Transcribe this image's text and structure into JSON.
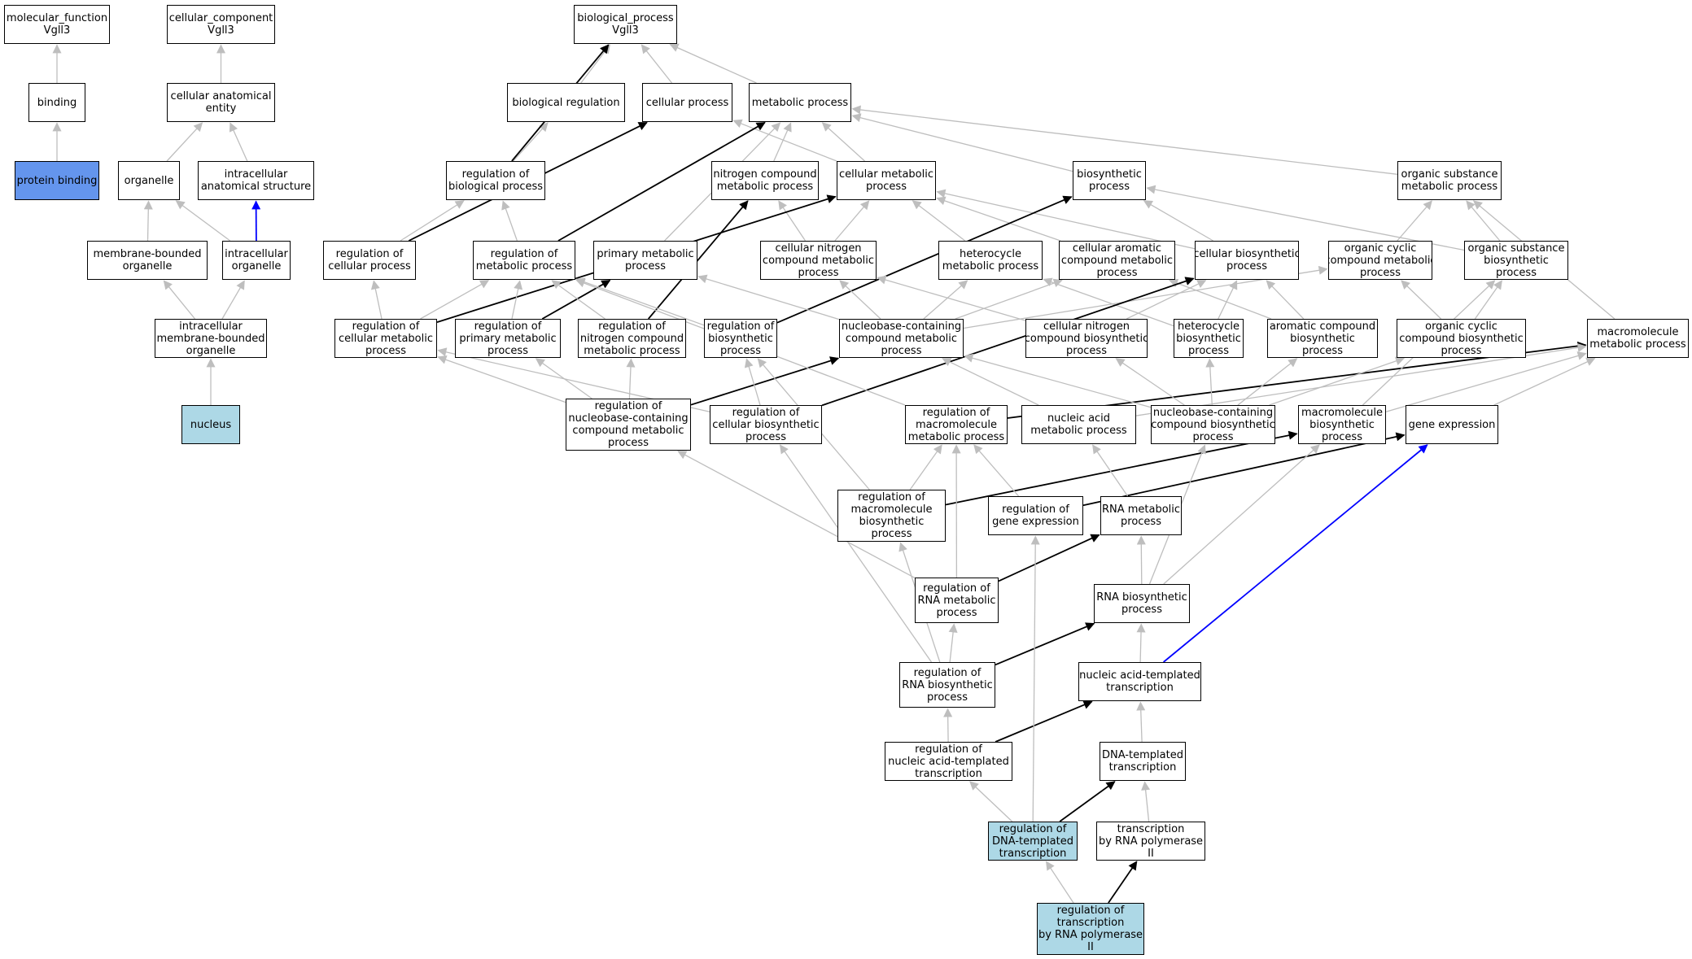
{
  "colors": {
    "highlight": "#add8e6",
    "selected": "#6495ed",
    "default_fill": "#ffffff",
    "is_a_edge": "#bebebe",
    "regulates_edge": "#000000",
    "part_of_edge": "#0000ff"
  },
  "nodes": [
    {
      "id": "mf",
      "lines": [
        "molecular_function",
        "Vgll3"
      ],
      "fill": "default"
    },
    {
      "id": "cc",
      "lines": [
        "cellular_component",
        "Vgll3"
      ],
      "fill": "default"
    },
    {
      "id": "bp",
      "lines": [
        "biological_process",
        "Vgll3"
      ],
      "fill": "default"
    },
    {
      "id": "binding",
      "lines": [
        "binding"
      ],
      "fill": "default"
    },
    {
      "id": "cae",
      "lines": [
        "cellular anatomical",
        "entity"
      ],
      "fill": "default"
    },
    {
      "id": "biolreg",
      "lines": [
        "biological regulation"
      ],
      "fill": "default"
    },
    {
      "id": "cellproc",
      "lines": [
        "cellular process"
      ],
      "fill": "default"
    },
    {
      "id": "metproc",
      "lines": [
        "metabolic process"
      ],
      "fill": "default"
    },
    {
      "id": "protbind",
      "lines": [
        "protein binding"
      ],
      "fill": "selected"
    },
    {
      "id": "organelle",
      "lines": [
        "organelle"
      ],
      "fill": "default"
    },
    {
      "id": "ias",
      "lines": [
        "intracellular",
        "anatomical structure"
      ],
      "fill": "default"
    },
    {
      "id": "regbp",
      "lines": [
        "regulation of",
        "biological process"
      ],
      "fill": "default"
    },
    {
      "id": "ncmp",
      "lines": [
        "nitrogen compound",
        "metabolic process"
      ],
      "fill": "default"
    },
    {
      "id": "cmp",
      "lines": [
        "cellular metabolic",
        "process"
      ],
      "fill": "default"
    },
    {
      "id": "biosyn",
      "lines": [
        "biosynthetic",
        "process"
      ],
      "fill": "default"
    },
    {
      "id": "osmp",
      "lines": [
        "organic substance",
        "metabolic process"
      ],
      "fill": "default"
    },
    {
      "id": "mbo",
      "lines": [
        "membrane-bounded",
        "organelle"
      ],
      "fill": "default"
    },
    {
      "id": "intorg",
      "lines": [
        "intracellular",
        "organelle"
      ],
      "fill": "default"
    },
    {
      "id": "regcp",
      "lines": [
        "regulation of",
        "cellular process"
      ],
      "fill": "default"
    },
    {
      "id": "regmp",
      "lines": [
        "regulation of",
        "metabolic process"
      ],
      "fill": "default"
    },
    {
      "id": "pmp",
      "lines": [
        "primary metabolic",
        "process"
      ],
      "fill": "default"
    },
    {
      "id": "cncmp",
      "lines": [
        "cellular nitrogen",
        "compound metabolic",
        "process"
      ],
      "fill": "default"
    },
    {
      "id": "hmp",
      "lines": [
        "heterocycle",
        "metabolic process"
      ],
      "fill": "default"
    },
    {
      "id": "cacmp",
      "lines": [
        "cellular aromatic",
        "compound metabolic",
        "process"
      ],
      "fill": "default"
    },
    {
      "id": "cbp",
      "lines": [
        "cellular biosynthetic",
        "process"
      ],
      "fill": "default"
    },
    {
      "id": "occmp",
      "lines": [
        "organic cyclic",
        "compound metabolic",
        "process"
      ],
      "fill": "default"
    },
    {
      "id": "osbp",
      "lines": [
        "organic substance",
        "biosynthetic",
        "process"
      ],
      "fill": "default"
    },
    {
      "id": "imbo",
      "lines": [
        "intracellular",
        "membrane-bounded",
        "organelle"
      ],
      "fill": "default"
    },
    {
      "id": "regcmp",
      "lines": [
        "regulation of",
        "cellular metabolic",
        "process"
      ],
      "fill": "default"
    },
    {
      "id": "regpmp",
      "lines": [
        "regulation of",
        "primary metabolic",
        "process"
      ],
      "fill": "default"
    },
    {
      "id": "regncmp",
      "lines": [
        "regulation of",
        "nitrogen compound",
        "metabolic process"
      ],
      "fill": "default"
    },
    {
      "id": "regbiosyn",
      "lines": [
        "regulation of",
        "biosynthetic",
        "process"
      ],
      "fill": "default"
    },
    {
      "id": "nbcmp",
      "lines": [
        "nucleobase-containing",
        "compound metabolic",
        "process"
      ],
      "fill": "default"
    },
    {
      "id": "cncbp",
      "lines": [
        "cellular nitrogen",
        "compound biosynthetic",
        "process"
      ],
      "fill": "default"
    },
    {
      "id": "hbp",
      "lines": [
        "heterocycle",
        "biosynthetic",
        "process"
      ],
      "fill": "default"
    },
    {
      "id": "acbp",
      "lines": [
        "aromatic compound",
        "biosynthetic",
        "process"
      ],
      "fill": "default"
    },
    {
      "id": "occbp",
      "lines": [
        "organic cyclic",
        "compound biosynthetic",
        "process"
      ],
      "fill": "default"
    },
    {
      "id": "mmp",
      "lines": [
        "macromolecule",
        "metabolic process"
      ],
      "fill": "default"
    },
    {
      "id": "nucleus",
      "lines": [
        "nucleus"
      ],
      "fill": "highlight"
    },
    {
      "id": "regnbcmp",
      "lines": [
        "regulation of",
        "nucleobase-containing",
        "compound metabolic",
        "process"
      ],
      "fill": "default"
    },
    {
      "id": "regcbp",
      "lines": [
        "regulation of",
        "cellular biosynthetic",
        "process"
      ],
      "fill": "default"
    },
    {
      "id": "regmmp",
      "lines": [
        "regulation of",
        "macromolecule",
        "metabolic process"
      ],
      "fill": "default"
    },
    {
      "id": "namp",
      "lines": [
        "nucleic acid",
        "metabolic process"
      ],
      "fill": "default"
    },
    {
      "id": "nbcbp",
      "lines": [
        "nucleobase-containing",
        "compound biosynthetic",
        "process"
      ],
      "fill": "default"
    },
    {
      "id": "mbp",
      "lines": [
        "macromolecule",
        "biosynthetic",
        "process"
      ],
      "fill": "default"
    },
    {
      "id": "geneexp",
      "lines": [
        "gene expression"
      ],
      "fill": "default"
    },
    {
      "id": "regmbp",
      "lines": [
        "regulation of",
        "macromolecule",
        "biosynthetic",
        "process"
      ],
      "fill": "default"
    },
    {
      "id": "reggeneexp",
      "lines": [
        "regulation of",
        "gene expression"
      ],
      "fill": "default"
    },
    {
      "id": "rnamp",
      "lines": [
        "RNA metabolic",
        "process"
      ],
      "fill": "default"
    },
    {
      "id": "regrnamp",
      "lines": [
        "regulation of",
        "RNA metabolic",
        "process"
      ],
      "fill": "default"
    },
    {
      "id": "rnabp",
      "lines": [
        "RNA biosynthetic",
        "process"
      ],
      "fill": "default"
    },
    {
      "id": "regrnabp",
      "lines": [
        "regulation of",
        "RNA biosynthetic",
        "process"
      ],
      "fill": "default"
    },
    {
      "id": "natt",
      "lines": [
        "nucleic acid-templated",
        "transcription"
      ],
      "fill": "default"
    },
    {
      "id": "regnatt",
      "lines": [
        "regulation of",
        "nucleic acid-templated",
        "transcription"
      ],
      "fill": "default"
    },
    {
      "id": "dtt",
      "lines": [
        "DNA-templated",
        "transcription"
      ],
      "fill": "default"
    },
    {
      "id": "regdtt",
      "lines": [
        "regulation of",
        "DNA-templated",
        "transcription"
      ],
      "fill": "highlight"
    },
    {
      "id": "trnap2",
      "lines": [
        "transcription",
        "by RNA polymerase",
        "II"
      ],
      "fill": "default"
    },
    {
      "id": "regtrnap2",
      "lines": [
        "regulation of",
        "transcription",
        "by RNA polymerase",
        "II"
      ],
      "fill": "highlight"
    }
  ],
  "edges": [
    {
      "from": "binding",
      "to": "mf",
      "type": "is_a"
    },
    {
      "from": "protbind",
      "to": "binding",
      "type": "is_a"
    },
    {
      "from": "cae",
      "to": "cc",
      "type": "is_a"
    },
    {
      "from": "organelle",
      "to": "cae",
      "type": "is_a"
    },
    {
      "from": "ias",
      "to": "cae",
      "type": "is_a"
    },
    {
      "from": "mbo",
      "to": "organelle",
      "type": "is_a"
    },
    {
      "from": "intorg",
      "to": "organelle",
      "type": "is_a"
    },
    {
      "from": "intorg",
      "to": "ias",
      "type": "part_of"
    },
    {
      "from": "imbo",
      "to": "mbo",
      "type": "is_a"
    },
    {
      "from": "imbo",
      "to": "intorg",
      "type": "is_a"
    },
    {
      "from": "nucleus",
      "to": "imbo",
      "type": "is_a"
    },
    {
      "from": "biolreg",
      "to": "bp",
      "type": "is_a"
    },
    {
      "from": "cellproc",
      "to": "bp",
      "type": "is_a"
    },
    {
      "from": "metproc",
      "to": "bp",
      "type": "is_a"
    },
    {
      "from": "regbp",
      "to": "biolreg",
      "type": "is_a"
    },
    {
      "from": "regbp",
      "to": "bp",
      "type": "regulates"
    },
    {
      "from": "ncmp",
      "to": "metproc",
      "type": "is_a"
    },
    {
      "from": "cmp",
      "to": "metproc",
      "type": "is_a"
    },
    {
      "from": "cmp",
      "to": "cellproc",
      "type": "is_a"
    },
    {
      "from": "biosyn",
      "to": "metproc",
      "type": "is_a"
    },
    {
      "from": "osmp",
      "to": "metproc",
      "type": "is_a"
    },
    {
      "from": "regcp",
      "to": "regbp",
      "type": "is_a"
    },
    {
      "from": "regcp",
      "to": "cellproc",
      "type": "regulates"
    },
    {
      "from": "regmp",
      "to": "regbp",
      "type": "is_a"
    },
    {
      "from": "regmp",
      "to": "metproc",
      "type": "regulates"
    },
    {
      "from": "pmp",
      "to": "metproc",
      "type": "is_a"
    },
    {
      "from": "cncmp",
      "to": "ncmp",
      "type": "is_a"
    },
    {
      "from": "cncmp",
      "to": "cmp",
      "type": "is_a"
    },
    {
      "from": "hmp",
      "to": "cmp",
      "type": "is_a"
    },
    {
      "from": "cacmp",
      "to": "cmp",
      "type": "is_a"
    },
    {
      "from": "cbp",
      "to": "biosyn",
      "type": "is_a"
    },
    {
      "from": "cbp",
      "to": "cmp",
      "type": "is_a"
    },
    {
      "from": "occmp",
      "to": "osmp",
      "type": "is_a"
    },
    {
      "from": "osbp",
      "to": "osmp",
      "type": "is_a"
    },
    {
      "from": "osbp",
      "to": "biosyn",
      "type": "is_a"
    },
    {
      "from": "regcmp",
      "to": "regcp",
      "type": "is_a"
    },
    {
      "from": "regcmp",
      "to": "regmp",
      "type": "is_a"
    },
    {
      "from": "regcmp",
      "to": "cmp",
      "type": "regulates"
    },
    {
      "from": "regpmp",
      "to": "regmp",
      "type": "is_a"
    },
    {
      "from": "regpmp",
      "to": "pmp",
      "type": "regulates"
    },
    {
      "from": "regncmp",
      "to": "regmp",
      "type": "is_a"
    },
    {
      "from": "regncmp",
      "to": "ncmp",
      "type": "regulates"
    },
    {
      "from": "regbiosyn",
      "to": "regmp",
      "type": "is_a"
    },
    {
      "from": "regbiosyn",
      "to": "biosyn",
      "type": "regulates"
    },
    {
      "from": "nbcmp",
      "to": "cncmp",
      "type": "is_a"
    },
    {
      "from": "nbcmp",
      "to": "hmp",
      "type": "is_a"
    },
    {
      "from": "nbcmp",
      "to": "cacmp",
      "type": "is_a"
    },
    {
      "from": "nbcmp",
      "to": "occmp",
      "type": "is_a"
    },
    {
      "from": "nbcmp",
      "to": "pmp",
      "type": "is_a"
    },
    {
      "from": "cncbp",
      "to": "cncmp",
      "type": "is_a"
    },
    {
      "from": "cncbp",
      "to": "cbp",
      "type": "is_a"
    },
    {
      "from": "hbp",
      "to": "hmp",
      "type": "is_a"
    },
    {
      "from": "hbp",
      "to": "cbp",
      "type": "is_a"
    },
    {
      "from": "acbp",
      "to": "cacmp",
      "type": "is_a"
    },
    {
      "from": "acbp",
      "to": "cbp",
      "type": "is_a"
    },
    {
      "from": "occbp",
      "to": "occmp",
      "type": "is_a"
    },
    {
      "from": "occbp",
      "to": "osbp",
      "type": "is_a"
    },
    {
      "from": "mmp",
      "to": "osmp",
      "type": "is_a"
    },
    {
      "from": "regnbcmp",
      "to": "regcmp",
      "type": "is_a"
    },
    {
      "from": "regnbcmp",
      "to": "regpmp",
      "type": "is_a"
    },
    {
      "from": "regnbcmp",
      "to": "regncmp",
      "type": "is_a"
    },
    {
      "from": "regnbcmp",
      "to": "nbcmp",
      "type": "regulates"
    },
    {
      "from": "regcbp",
      "to": "regcmp",
      "type": "is_a"
    },
    {
      "from": "regcbp",
      "to": "regbiosyn",
      "type": "is_a"
    },
    {
      "from": "regcbp",
      "to": "cbp",
      "type": "regulates"
    },
    {
      "from": "regmmp",
      "to": "regmp",
      "type": "is_a"
    },
    {
      "from": "regmmp",
      "to": "mmp",
      "type": "regulates"
    },
    {
      "from": "namp",
      "to": "nbcmp",
      "type": "is_a"
    },
    {
      "from": "namp",
      "to": "mmp",
      "type": "is_a"
    },
    {
      "from": "nbcbp",
      "to": "nbcmp",
      "type": "is_a"
    },
    {
      "from": "nbcbp",
      "to": "cncbp",
      "type": "is_a"
    },
    {
      "from": "nbcbp",
      "to": "hbp",
      "type": "is_a"
    },
    {
      "from": "nbcbp",
      "to": "acbp",
      "type": "is_a"
    },
    {
      "from": "nbcbp",
      "to": "occbp",
      "type": "is_a"
    },
    {
      "from": "mbp",
      "to": "mmp",
      "type": "is_a"
    },
    {
      "from": "mbp",
      "to": "osbp",
      "type": "is_a"
    },
    {
      "from": "geneexp",
      "to": "mmp",
      "type": "is_a"
    },
    {
      "from": "regmbp",
      "to": "regmmp",
      "type": "is_a"
    },
    {
      "from": "regmbp",
      "to": "mbp",
      "type": "regulates"
    },
    {
      "from": "regmbp",
      "to": "regbiosyn",
      "type": "is_a"
    },
    {
      "from": "reggeneexp",
      "to": "regmmp",
      "type": "is_a"
    },
    {
      "from": "reggeneexp",
      "to": "geneexp",
      "type": "regulates"
    },
    {
      "from": "rnamp",
      "to": "namp",
      "type": "is_a"
    },
    {
      "from": "regrnamp",
      "to": "regnbcmp",
      "type": "is_a"
    },
    {
      "from": "regrnamp",
      "to": "regmmp",
      "type": "is_a"
    },
    {
      "from": "regrnamp",
      "to": "rnamp",
      "type": "regulates"
    },
    {
      "from": "rnabp",
      "to": "rnamp",
      "type": "is_a"
    },
    {
      "from": "rnabp",
      "to": "nbcbp",
      "type": "is_a"
    },
    {
      "from": "rnabp",
      "to": "mbp",
      "type": "is_a"
    },
    {
      "from": "regrnabp",
      "to": "regrnamp",
      "type": "is_a"
    },
    {
      "from": "regrnabp",
      "to": "regmbp",
      "type": "is_a"
    },
    {
      "from": "regrnabp",
      "to": "regcbp",
      "type": "is_a"
    },
    {
      "from": "regrnabp",
      "to": "rnabp",
      "type": "regulates"
    },
    {
      "from": "natt",
      "to": "rnabp",
      "type": "is_a"
    },
    {
      "from": "natt",
      "to": "geneexp",
      "type": "part_of"
    },
    {
      "from": "regnatt",
      "to": "regrnabp",
      "type": "is_a"
    },
    {
      "from": "regnatt",
      "to": "natt",
      "type": "regulates"
    },
    {
      "from": "dtt",
      "to": "natt",
      "type": "is_a"
    },
    {
      "from": "regdtt",
      "to": "regnatt",
      "type": "is_a"
    },
    {
      "from": "regdtt",
      "to": "reggeneexp",
      "type": "is_a"
    },
    {
      "from": "regdtt",
      "to": "dtt",
      "type": "regulates"
    },
    {
      "from": "trnap2",
      "to": "dtt",
      "type": "is_a"
    },
    {
      "from": "regtrnap2",
      "to": "regdtt",
      "type": "is_a"
    },
    {
      "from": "regtrnap2",
      "to": "trnap2",
      "type": "regulates"
    }
  ]
}
